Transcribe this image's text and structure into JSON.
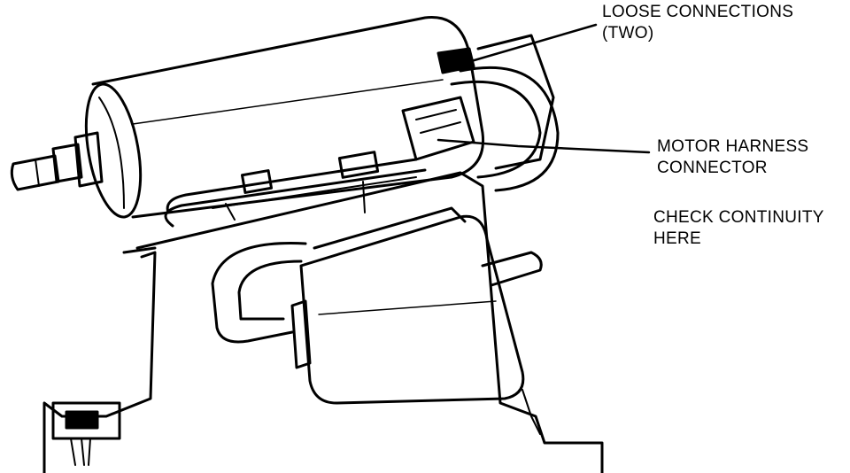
{
  "labels": {
    "loose_connections": [
      "LOOSE CONNECTIONS",
      "(TWO)"
    ],
    "motor_harness_connector": [
      "MOTOR HARNESS",
      "CONNECTOR"
    ],
    "check_continuity": [
      "CHECK CONTINUITY",
      "HERE"
    ]
  },
  "colors": {
    "ink": "#000000",
    "paper": "#ffffff"
  }
}
